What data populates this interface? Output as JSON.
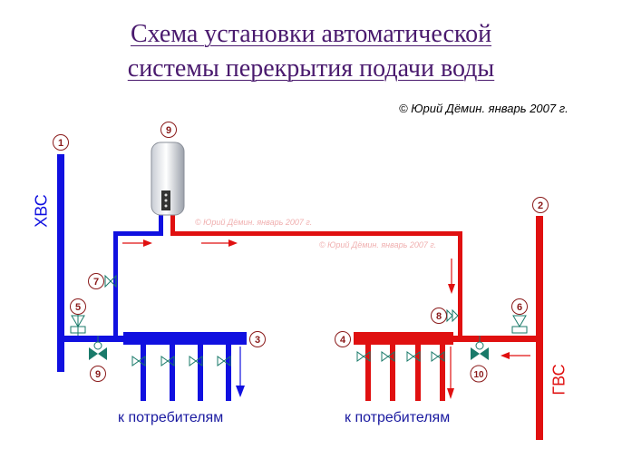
{
  "title": {
    "line1": "Схема установки автоматической",
    "line2": "системы перекрытия подачи воды"
  },
  "copyright": "© Юрий Дёмин. январь 2007 г.",
  "watermark": "© Юрий Дёмин. январь 2007 г.",
  "labels": {
    "cold": "ХВС",
    "hot": "ГВС",
    "consumers_left": "к потребителям",
    "consumers_right": "к потребителям"
  },
  "markers": [
    "1",
    "2",
    "3",
    "4",
    "5",
    "6",
    "7",
    "8",
    "9",
    "9",
    "10"
  ],
  "colors": {
    "cold_pipe": "#1010e0",
    "hot_pipe": "#e01010",
    "title": "#4a1a6e",
    "marker": "#8a1a1a",
    "valve": "#1a7a6a"
  },
  "icons": [
    "water-heater-icon",
    "valve-icon",
    "check-valve-icon",
    "ball-valve-icon"
  ]
}
